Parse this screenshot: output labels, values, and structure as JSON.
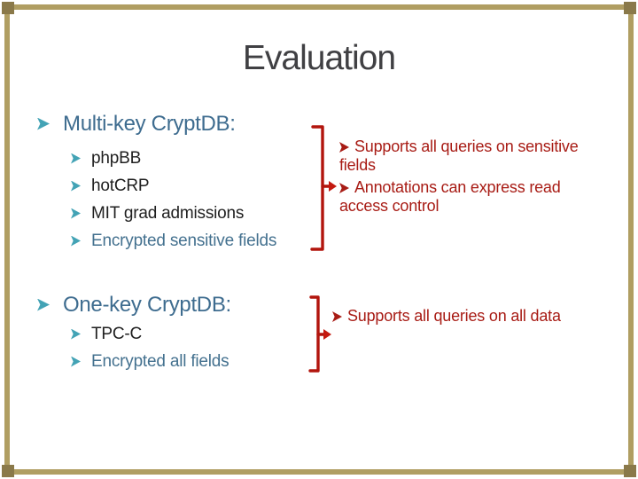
{
  "slide": {
    "title": "Evaluation"
  },
  "sections": [
    {
      "heading": "Multi-key CryptDB:",
      "items": [
        {
          "text": "phpBB",
          "emphasis": "dark"
        },
        {
          "text": "hotCRP",
          "emphasis": "dark"
        },
        {
          "text": "MIT grad admissions",
          "emphasis": "dark"
        },
        {
          "text": "Encrypted sensitive fields",
          "emphasis": "blue"
        }
      ]
    },
    {
      "heading": "One-key CryptDB:",
      "items": [
        {
          "text": "TPC-C",
          "emphasis": "dark"
        },
        {
          "text": "Encrypted all fields",
          "emphasis": "blue"
        }
      ]
    }
  ],
  "callouts": [
    {
      "lines": [
        {
          "bullet": true,
          "text": "Supports all queries on sensitive"
        },
        {
          "bullet": false,
          "text": "fields"
        },
        {
          "bullet": true,
          "text": "Annotations can express read"
        },
        {
          "bullet": false,
          "text": "access control"
        }
      ]
    },
    {
      "lines": [
        {
          "bullet": true,
          "text": "Supports all queries on all data"
        }
      ]
    }
  ],
  "icons": {
    "bullet_arrow": "arrow-right-head",
    "bracket": "right-brace-pointer"
  },
  "colors": {
    "title_text": "#404043",
    "heading_blue": "#3e6c8f",
    "item_blue": "#44718f",
    "item_dark": "#1f1f1f",
    "bullet_teal": "#43a3b5",
    "callout_red": "#a81c15",
    "bracket_red": "#b2150d",
    "frame_tan": "#b09e62",
    "frame_corner": "#8a794a",
    "background": "#ffffff"
  }
}
